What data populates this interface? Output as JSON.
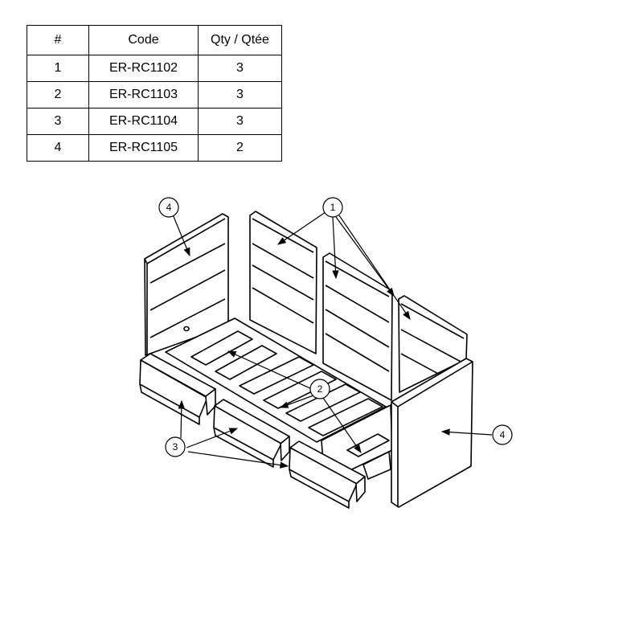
{
  "table": {
    "headers": [
      "#",
      "Code",
      "Qty / Qtée"
    ],
    "rows": [
      [
        "1",
        "ER-RC1102",
        "3"
      ],
      [
        "2",
        "ER-RC1103",
        "3"
      ],
      [
        "3",
        "ER-RC1104",
        "3"
      ],
      [
        "4",
        "ER-RC1105",
        "2"
      ]
    ]
  },
  "diagram": {
    "callouts": [
      "4",
      "1",
      "2",
      "3",
      "4"
    ]
  }
}
